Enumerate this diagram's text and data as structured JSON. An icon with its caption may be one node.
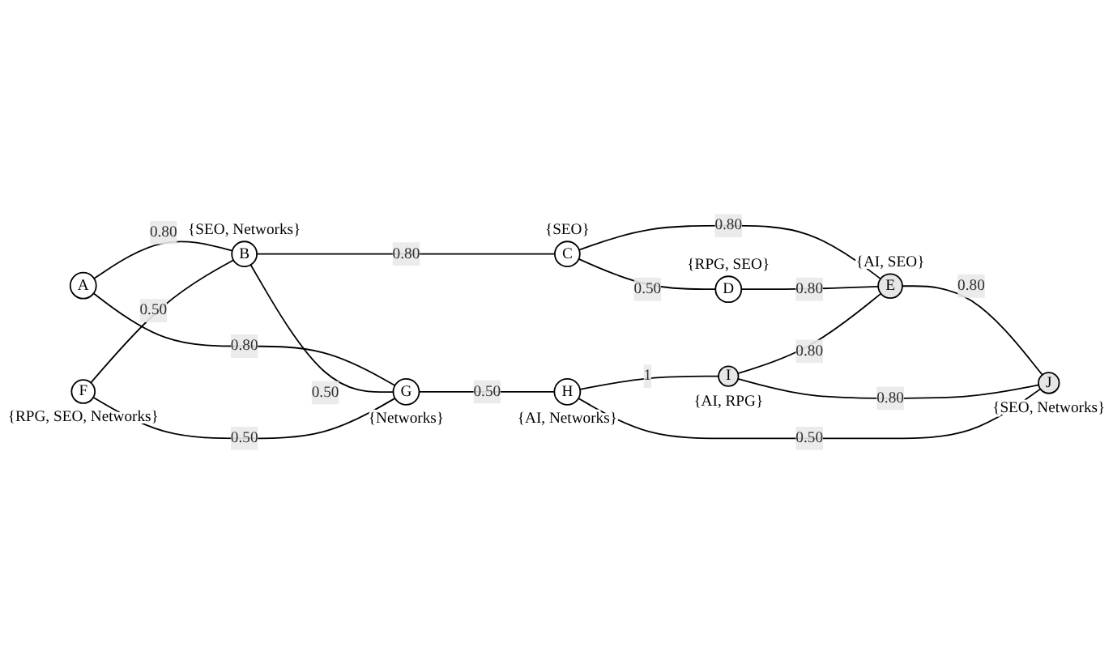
{
  "diagram": {
    "nodes": [
      {
        "text": [
          "A"
        ]
      },
      {
        "text": [
          "B"
        ],
        "beside": [
          "{SEO, Networks}"
        ]
      },
      {
        "text": [
          "C"
        ],
        "beside": [
          "{SEO}"
        ]
      },
      {
        "text": [
          "D"
        ],
        "beside": [
          "{RPG, SEO}"
        ]
      },
      {
        "text": [
          "E"
        ],
        "beside": [
          "{AI, SEO}"
        ]
      },
      {
        "text": [
          "F"
        ],
        "beside": [
          "{RPG, SEO, Networks}"
        ]
      },
      {
        "text": [
          "G"
        ],
        "beside": [
          "{Networks}"
        ]
      },
      {
        "text": [
          "H"
        ],
        "beside": [
          "{AI, Networks}"
        ]
      },
      {
        "text": [
          "I"
        ],
        "beside": [
          "{AI, RPG}"
        ]
      },
      {
        "text": [
          "J"
        ],
        "beside": [
          "{SEO, Networks}"
        ]
      }
    ],
    "edges": [
      {
        "from": 0,
        "to": 1,
        "arrow": "none",
        "label": "0.80"
      },
      {
        "from": 0,
        "to": 6,
        "arrow": "none",
        "label": "0.80"
      },
      {
        "from": 5,
        "to": 1,
        "arrow": "none",
        "label": "0.50"
      },
      {
        "from": 1,
        "to": 6,
        "arrow": "none",
        "label": "0.50"
      },
      {
        "from": 1,
        "to": 2,
        "arrow": "none",
        "label": "0.80"
      },
      {
        "from": 2,
        "to": 3,
        "arrow": "none",
        "label": "0.50"
      },
      {
        "from": 2,
        "to": 4,
        "arrow": "none",
        "label": "0.80"
      },
      {
        "from": 3,
        "to": 4,
        "arrow": "none",
        "label": "0.80"
      },
      {
        "from": 8,
        "to": 4,
        "arrow": "none",
        "label": "0.80"
      },
      {
        "from": 4,
        "to": 9,
        "arrow": "none",
        "label": "0.80"
      },
      {
        "from": 7,
        "to": 8,
        "arrow": "none",
        "label": "1"
      },
      {
        "from": 8,
        "to": 9,
        "arrow": "none",
        "label": "0.80"
      },
      {
        "from": 5,
        "to": 6,
        "arrow": "none",
        "label": "0.50"
      },
      {
        "from": 6,
        "to": 7,
        "arrow": "none",
        "label": "0.50"
      },
      {
        "from": 7,
        "to": 9,
        "arrow": "none",
        "label": "0.50"
      }
    ]
  }
}
